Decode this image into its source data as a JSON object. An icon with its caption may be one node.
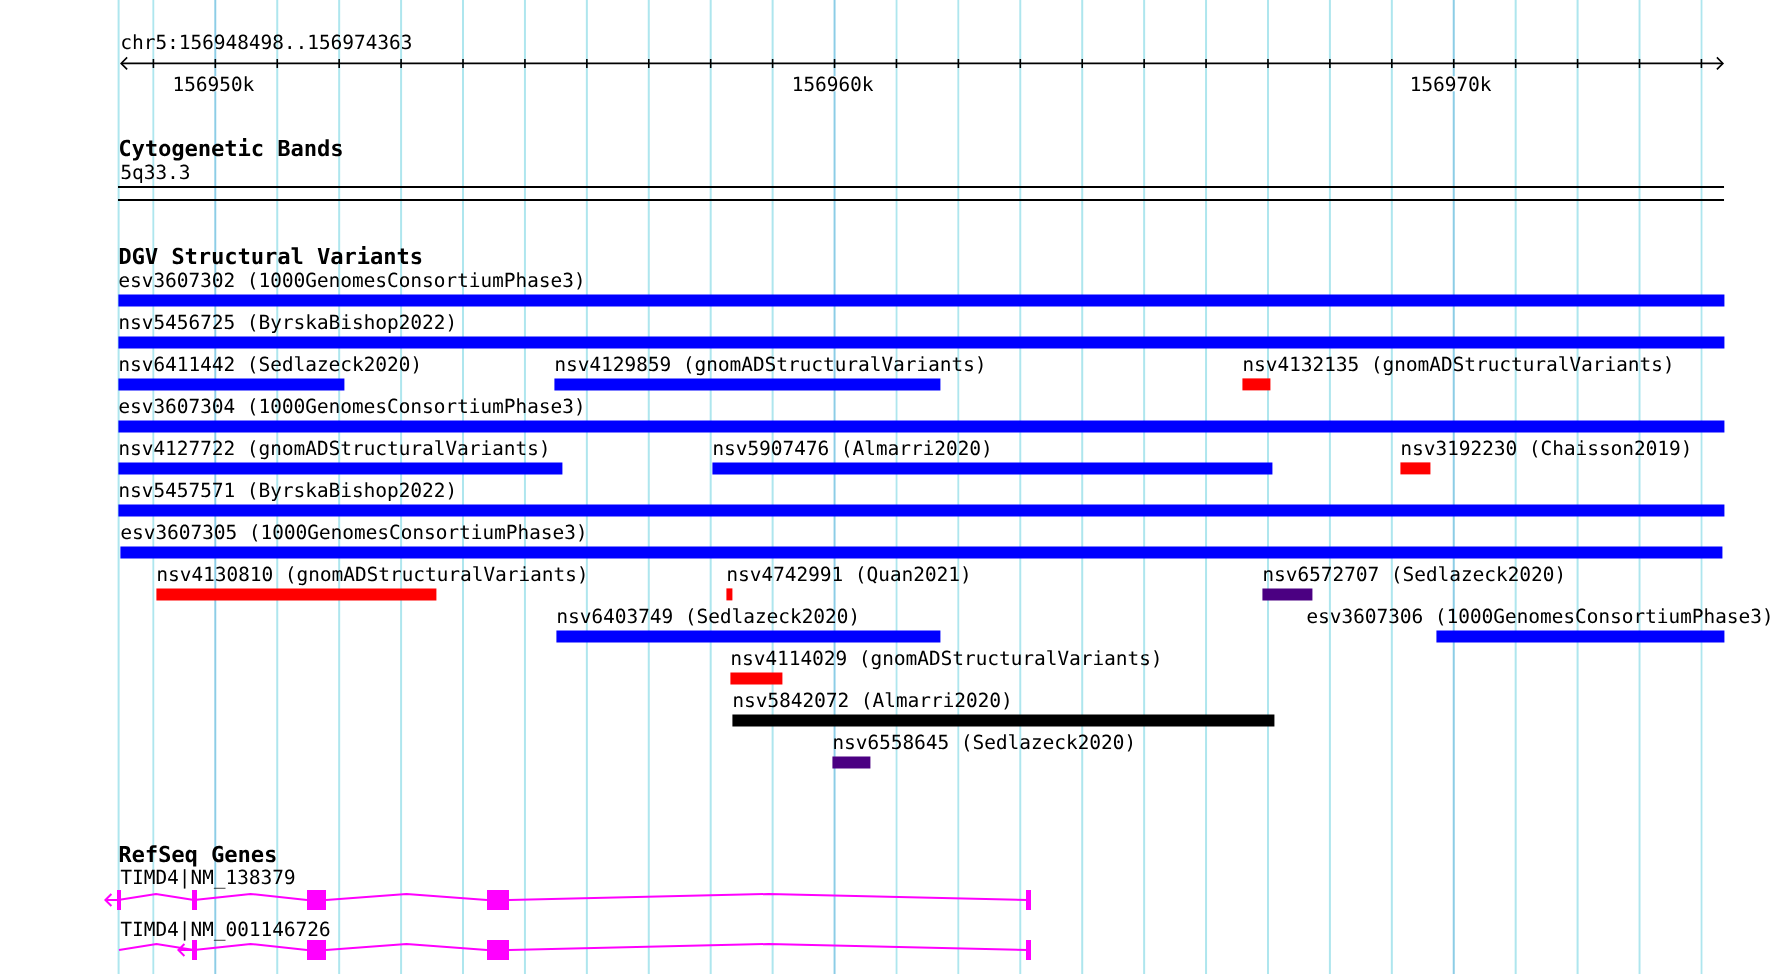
{
  "diagram": {
    "nodes": [
      {
        "text": [],
        "shape": "bar",
        "beside": [
          "esv3607302 (1000GenomesConsortiumPhase3)"
        ]
      },
      {
        "text": [],
        "shape": "bar",
        "beside": [
          "nsv5456725 (ByrskaBishop2022)"
        ]
      },
      {
        "text": [],
        "shape": "bar",
        "beside": [
          "nsv6411442 (Sedlazeck2020)"
        ]
      },
      {
        "text": [],
        "shape": "bar",
        "beside": [
          "nsv4129859 (gnomADStructuralVariants)"
        ]
      },
      {
        "text": [],
        "shape": "bar",
        "beside": [
          "nsv4132135 (gnomADStructuralVariants)"
        ]
      },
      {
        "text": [],
        "shape": "bar",
        "beside": [
          "esv3607304 (1000GenomesConsortiumPhase3)"
        ]
      },
      {
        "text": [],
        "shape": "bar",
        "beside": [
          "nsv4127722 (gnomADStructuralVariants)"
        ]
      },
      {
        "text": [],
        "shape": "bar",
        "beside": [
          "nsv5907476 (Almarri2020)"
        ]
      },
      {
        "text": [],
        "shape": "bar",
        "beside": [
          "nsv3192230 (Chaisson2019)"
        ]
      },
      {
        "text": [],
        "shape": "bar",
        "beside": [
          "nsv5457571 (ByrskaBishop2022)"
        ]
      },
      {
        "text": [],
        "shape": "bar",
        "beside": [
          "esv3607305 (1000GenomesConsortiumPhase3)"
        ]
      },
      {
        "text": [],
        "shape": "bar",
        "beside": [
          "nsv4130810 (gnomADStructuralVariants)"
        ]
      },
      {
        "text": [],
        "shape": "bar",
        "beside": [
          "nsv4742991 (Quan2021)"
        ]
      },
      {
        "text": [],
        "shape": "bar",
        "beside": [
          "nsv6572707 (Sedlazeck2020)"
        ]
      },
      {
        "text": [],
        "shape": "bar",
        "beside": [
          "nsv6403749 (Sedlazeck2020)"
        ]
      },
      {
        "text": [],
        "shape": "bar",
        "beside": [
          "esv3607306 (1000GenomesConsortiumPhase3)"
        ]
      },
      {
        "text": [],
        "shape": "bar",
        "beside": [
          "nsv4114029 (gnomADStructuralVariants)"
        ]
      },
      {
        "text": [],
        "shape": "bar",
        "beside": [
          "nsv5842072 (Almarri2020)"
        ]
      },
      {
        "text": [],
        "shape": "bar",
        "beside": [
          "nsv6558645 (Sedlazeck2020)"
        ]
      }
    ],
    "labels": [
      "chr5:156948498..156974363",
      "156950k",
      "156960k",
      "156970k",
      "Cytogenetic Bands",
      "5q33.3",
      "DGV Structural Variants",
      "RefSeq Genes",
      "TIMD4|NM_138379",
      "TIMD4|NM_001146726"
    ]
  }
}
